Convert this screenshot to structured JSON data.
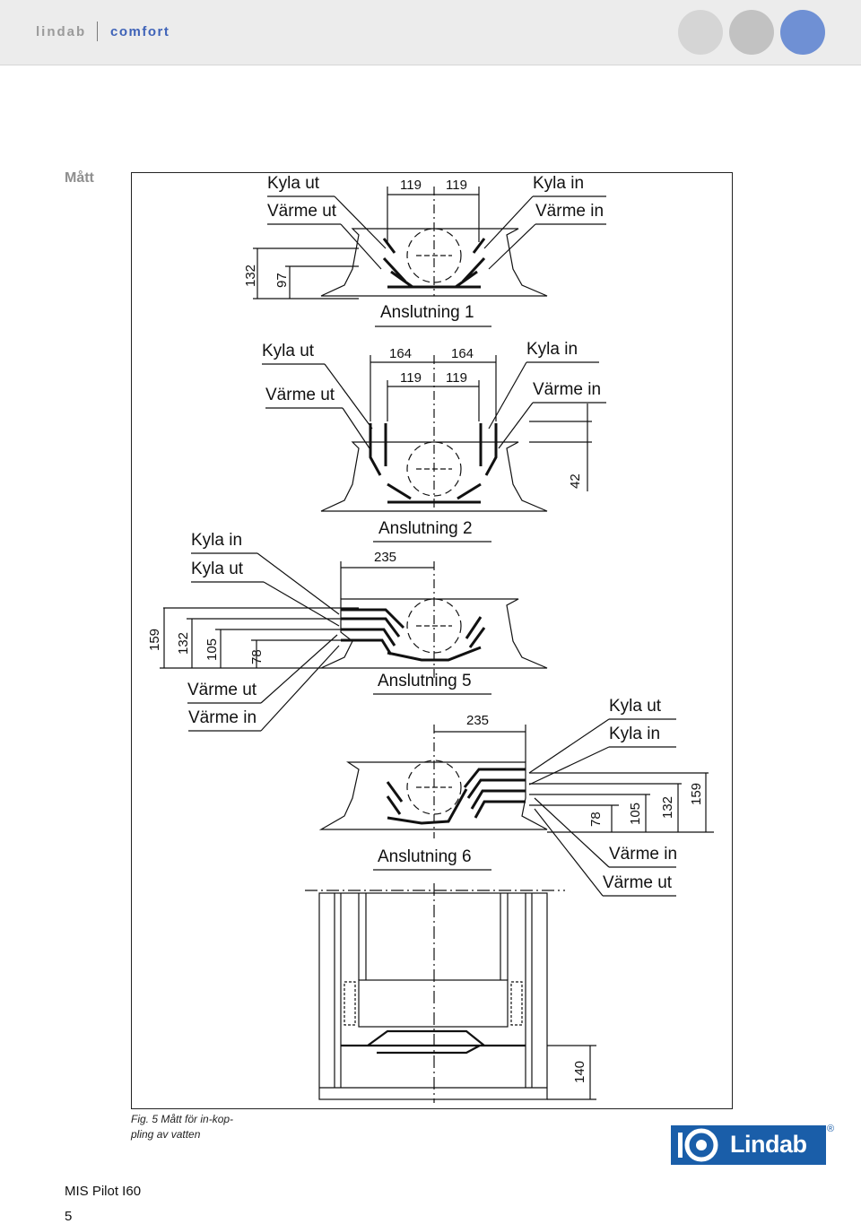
{
  "header": {
    "brand": "lindab",
    "product": "comfort",
    "colors": {
      "dot1": "#d5d5d5",
      "dot2": "#c2c2c2",
      "dot3": "#6f90d4"
    }
  },
  "section_title": "Mått",
  "diagrams": [
    {
      "name": "Anslutning 1",
      "labels": {
        "cool_out": "Kyla ut",
        "heat_out": "Värme ut",
        "cool_in": "Kyla in",
        "heat_in": "Värme in"
      },
      "dims": {
        "top_left": "119",
        "top_right": "119",
        "h1": "132",
        "h2": "97"
      }
    },
    {
      "name": "Anslutning 2",
      "labels": {
        "cool_out": "Kyla ut",
        "heat_out": "Värme ut",
        "cool_in": "Kyla in",
        "heat_in": "Värme in"
      },
      "dims": {
        "outer_left": "164",
        "outer_right": "164",
        "inner_left": "119",
        "inner_right": "119",
        "height": "42"
      }
    },
    {
      "name": "Anslutning 5",
      "labels": {
        "cool_in": "Kyla in",
        "cool_out": "Kyla ut",
        "heat_out": "Värme ut",
        "heat_in": "Värme in"
      },
      "dims": {
        "width": "235",
        "h1": "159",
        "h2": "132",
        "h3": "105",
        "h4": "78"
      }
    },
    {
      "name": "Anslutning 6",
      "labels": {
        "cool_out": "Kyla ut",
        "cool_in": "Kyla in",
        "heat_in": "Värme in",
        "heat_out": "Värme ut"
      },
      "dims": {
        "width": "235",
        "h1": "78",
        "h2": "105",
        "h3": "132",
        "h4": "159"
      }
    }
  ],
  "plan_view": {
    "dim": "140"
  },
  "caption": {
    "line1": "Fig. 5 Mått för in-kop-",
    "line2": "pling av vatten"
  },
  "footer": {
    "product": "MIS Pilot I60",
    "page": "5"
  },
  "logo": {
    "word": "Lindab",
    "reg": "®"
  }
}
